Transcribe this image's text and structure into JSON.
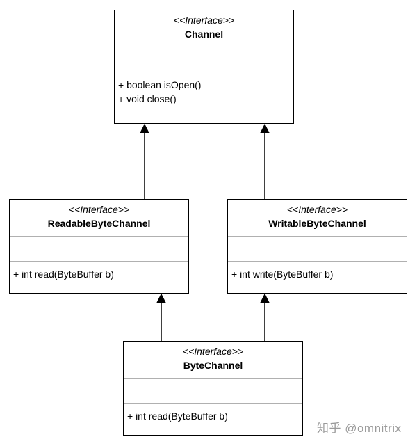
{
  "diagram": {
    "channel": {
      "stereotype": "<<Interface>>",
      "name": "Channel",
      "methods": [
        "+ boolean isOpen()",
        "+ void close()"
      ]
    },
    "readable_byte_channel": {
      "stereotype": "<<Interface>>",
      "name": "ReadableByteChannel",
      "methods": [
        "+ int read(ByteBuffer b)"
      ]
    },
    "writable_byte_channel": {
      "stereotype": "<<Interface>>",
      "name": "WritableByteChannel",
      "methods": [
        "+ int write(ByteBuffer b)"
      ]
    },
    "byte_channel": {
      "stereotype": "<<Interface>>",
      "name": "ByteChannel",
      "methods": [
        "+ int read(ByteBuffer b)"
      ]
    }
  },
  "relations": [
    {
      "from": "ReadableByteChannel",
      "to": "Channel"
    },
    {
      "from": "WritableByteChannel",
      "to": "Channel"
    },
    {
      "from": "ByteChannel",
      "to": "ReadableByteChannel"
    },
    {
      "from": "ByteChannel",
      "to": "WritableByteChannel"
    }
  ],
  "watermark": {
    "text": "知乎 @omnitrix"
  },
  "colors": {
    "line": "#000000",
    "divider": "#b0b0b0",
    "watermark": "#9a9a9a"
  }
}
